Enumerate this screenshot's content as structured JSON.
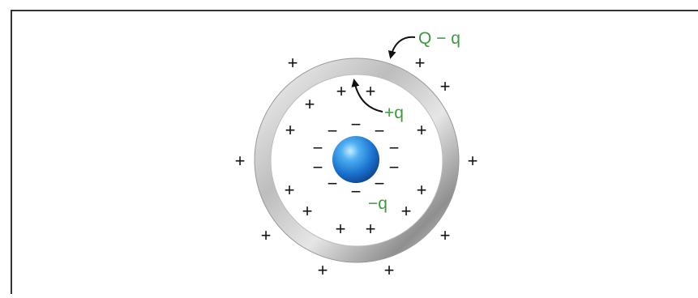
{
  "diagram": {
    "labels": {
      "outer_charge": "Q − q",
      "inner_surface_charge": "+q",
      "sphere_charge": "−q"
    },
    "signs": {
      "plus": "+",
      "minus": "−"
    },
    "colors": {
      "label": "#3e9a3e",
      "sphere": "#1e7fd8",
      "shell": "#a9a9a9",
      "frame": "#333333",
      "signs": "#111111"
    }
  }
}
